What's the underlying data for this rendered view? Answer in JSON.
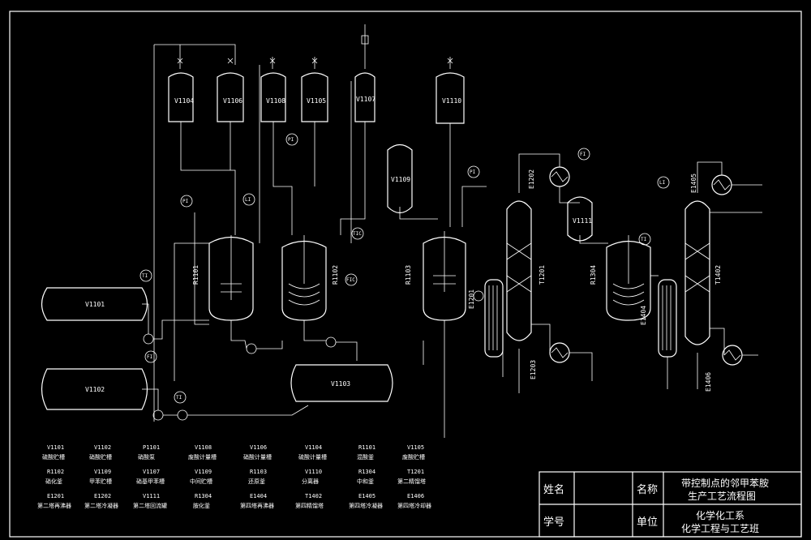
{
  "equipment": {
    "V1104": "V1104",
    "V1106": "V1106",
    "V1108": "V1108",
    "V1105": "V1105",
    "V1107": "V1107",
    "V1110": "V1110",
    "V1109": "V1109",
    "V1101": "V1101",
    "V1102": "V1102",
    "V1103": "V1103",
    "V1111": "V1111",
    "R1101": "R1101",
    "R1102": "R1102",
    "R1103": "R1103",
    "R1304": "R1304",
    "E1201": "E1201",
    "T1201": "T1201",
    "E1202": "E1202",
    "E1203": "E1203",
    "E1404": "E1404",
    "T1402": "T1402",
    "E1405": "E1405",
    "E1406": "E1406"
  },
  "legend": [
    {
      "tag": "V1101",
      "desc": "硫酸贮槽"
    },
    {
      "tag": "V1102",
      "desc": "硝酸贮槽"
    },
    {
      "tag": "P1101",
      "desc": "硝酸泵"
    },
    {
      "tag": "V1108",
      "desc": "废酸计量槽"
    },
    {
      "tag": "V1106",
      "desc": "硝酸计量槽"
    },
    {
      "tag": "V1104",
      "desc": "硫酸计量槽"
    },
    {
      "tag": "R1101",
      "desc": "混酸釜"
    },
    {
      "tag": "V1105",
      "desc": "废酸贮槽"
    },
    {
      "tag": "R1102",
      "desc": "硝化釜"
    },
    {
      "tag": "V1109",
      "desc": "甲苯贮槽"
    },
    {
      "tag": "V1107",
      "desc": "硝基甲苯槽"
    },
    {
      "tag": "V1109",
      "desc": "中间贮槽"
    },
    {
      "tag": "R1103",
      "desc": "还原釜"
    },
    {
      "tag": "V1110",
      "desc": "分离器"
    },
    {
      "tag": "R1304",
      "desc": "中和釜"
    },
    {
      "tag": "T1201",
      "desc": "第二精馏塔"
    },
    {
      "tag": "E1201",
      "desc": "第二塔再沸器"
    },
    {
      "tag": "E1202",
      "desc": "第二塔冷凝器"
    },
    {
      "tag": "V1111",
      "desc": "第二塔回流罐"
    },
    {
      "tag": "R1304",
      "desc": "胺化釜"
    },
    {
      "tag": "E1404",
      "desc": "第四塔再沸器"
    },
    {
      "tag": "T1402",
      "desc": "第四精馏塔"
    },
    {
      "tag": "E1405",
      "desc": "第四塔冷凝器"
    },
    {
      "tag": "E1406",
      "desc": "第四塔冷却器"
    }
  ],
  "titleblock": {
    "name_label": "姓名",
    "title_label": "名称",
    "title_line1": "带控制点的邻甲苯胺",
    "title_line2": "生产工艺流程图",
    "id_label": "学号",
    "unit_label": "单位",
    "unit_line1": "化学化工系",
    "unit_line2": "化学工程与工艺班"
  },
  "instruments": [
    "TI",
    "FI",
    "PI",
    "LI",
    "TIC",
    "FIC",
    "PI",
    "TI",
    "FI",
    "LI",
    "TI",
    "PI"
  ]
}
